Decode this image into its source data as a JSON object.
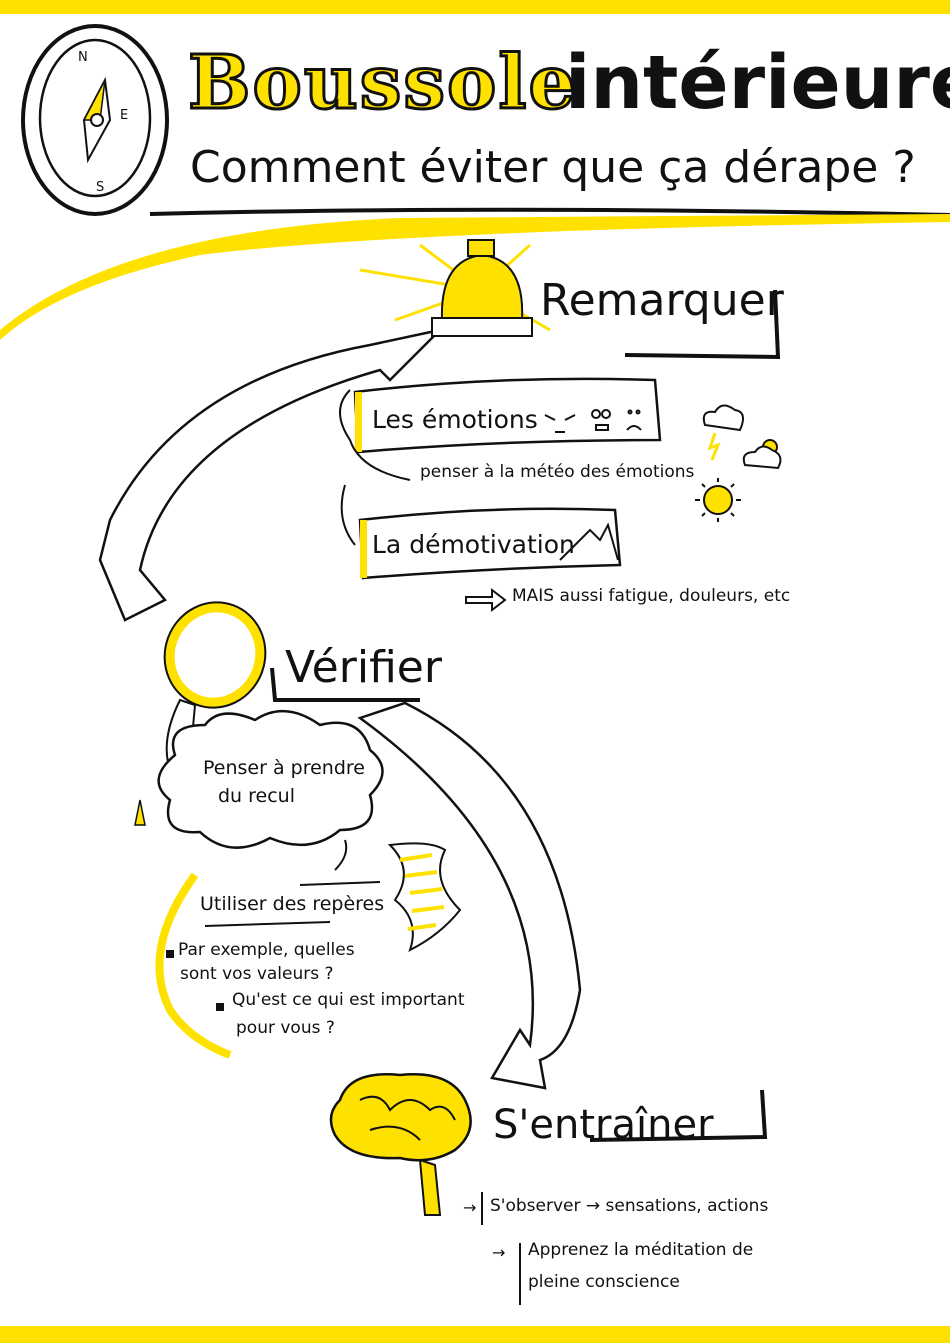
{
  "header": {
    "title_highlight": "Boussole",
    "title_rest": "intérieure",
    "subtitle": "Comment éviter que ça dérape ?",
    "compass_letters": [
      "N",
      "E",
      "S"
    ]
  },
  "remarquer": {
    "heading": "Remarquer",
    "emotions_label": "Les émotions",
    "emotions_note": "penser à la météo des émotions",
    "demotivation_label": "La démotivation",
    "also_note": "MAIS aussi fatigue, douleurs, etc"
  },
  "verifier": {
    "heading": "Vérifier",
    "cloud_text_1": "Penser à prendre",
    "cloud_text_2": "du recul",
    "reperes_heading": "Utiliser des repères",
    "bullet_1_line1": "Par exemple, quelles",
    "bullet_1_line2": "sont vos valeurs ?",
    "bullet_2_line1": "Qu'est ce qui est important",
    "bullet_2_line2": "pour vous ?"
  },
  "entrainer": {
    "heading": "S'entraîner",
    "item_1": "S'observer → sensations, actions",
    "item_2_line1": "Apprenez la méditation de",
    "item_2_line2": "pleine conscience"
  },
  "colors": {
    "accent": "#ffe100",
    "ink": "#111111"
  }
}
